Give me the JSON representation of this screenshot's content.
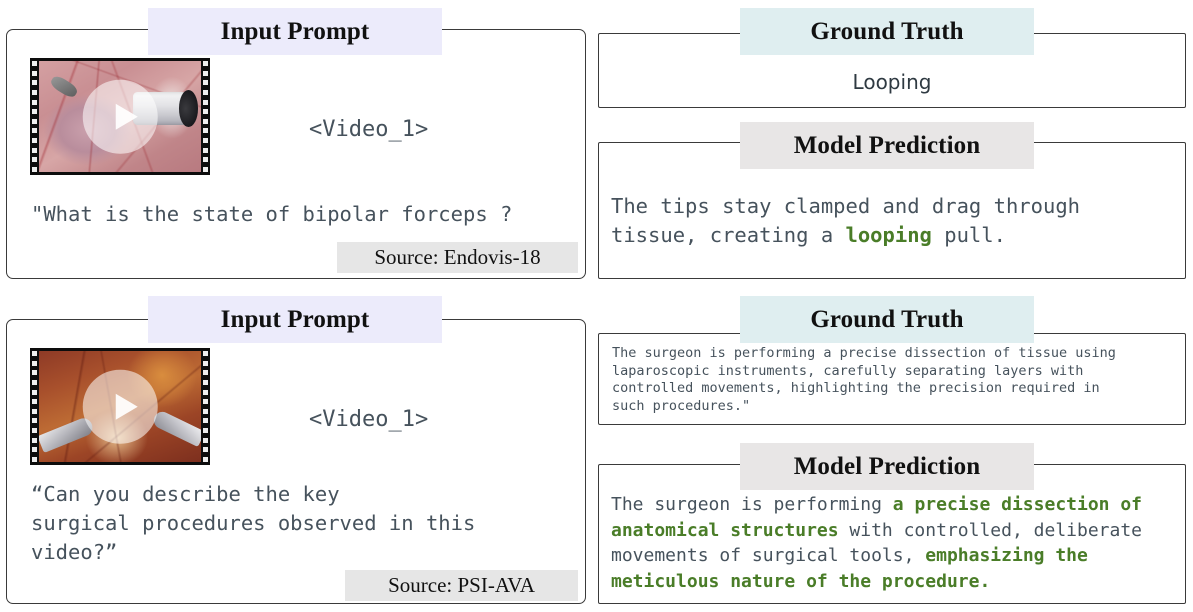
{
  "examples": [
    {
      "input": {
        "caption": "Input Prompt",
        "video_token": "<Video_1>",
        "video_icon": "video-play-thumbnail",
        "question": "\"What is the state of bipolar forceps ?",
        "source_label": "Source: Endovis-18"
      },
      "ground_truth": {
        "caption": "Ground Truth",
        "text": "Looping"
      },
      "prediction": {
        "caption": "Model Prediction",
        "segments": [
          {
            "text": "The tips stay clamped and drag through\ntissue, creating a ",
            "highlight": false
          },
          {
            "text": "looping",
            "highlight": true
          },
          {
            "text": " pull.",
            "highlight": false
          }
        ]
      }
    },
    {
      "input": {
        "caption": "Input Prompt",
        "video_token": "<Video_1>",
        "video_icon": "video-play-thumbnail",
        "question": "“Can you describe the key\nsurgical procedures observed in this\nvideo?”",
        "source_label": "Source: PSI-AVA"
      },
      "ground_truth": {
        "caption": "Ground Truth",
        "text": "The surgeon is performing a precise dissection of tissue using\nlaparoscopic instruments, carefully separating layers with\ncontrolled movements, highlighting the precision required in\nsuch procedures.\""
      },
      "prediction": {
        "caption": "Model Prediction",
        "segments": [
          {
            "text": "The surgeon is performing ",
            "highlight": false
          },
          {
            "text": "a precise dissection of\nanatomical structures",
            "highlight": true
          },
          {
            "text": " with controlled, deliberate\nmovements of surgical tools, ",
            "highlight": false
          },
          {
            "text": "emphasizing the\nmeticulous nature of the procedure.",
            "highlight": true
          }
        ]
      }
    }
  ],
  "colors": {
    "input_badge_bg": "#ecebfb",
    "ground_truth_badge_bg": "#dfeef0",
    "prediction_badge_bg": "#e8e6e6",
    "source_badge_bg": "#e6e6e6",
    "highlight_text": "#4a7d28",
    "body_text": "#46525c",
    "panel_border": "#3a3a3a"
  }
}
